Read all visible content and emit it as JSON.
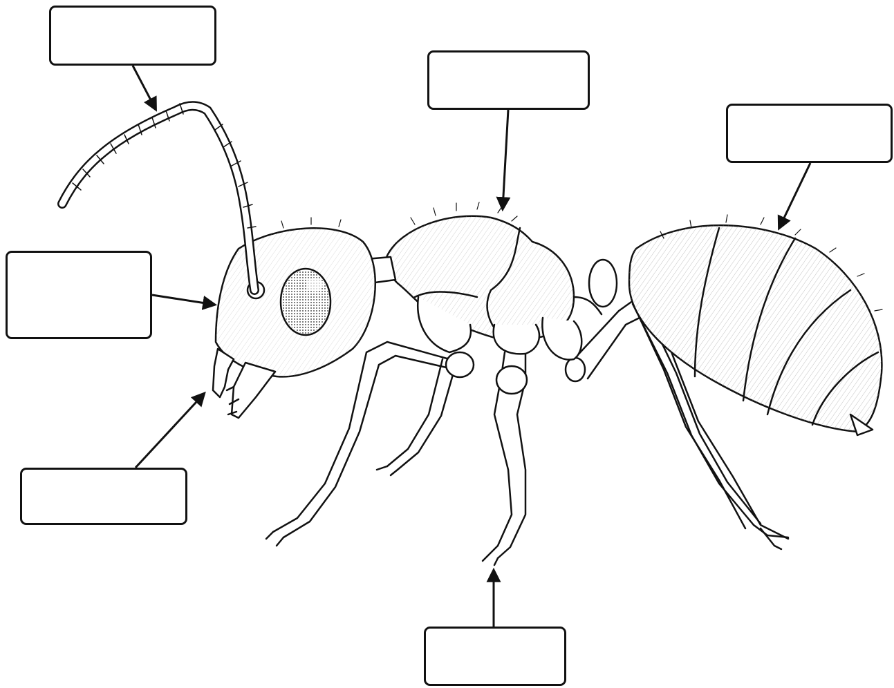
{
  "diagram": {
    "subject": "ant-anatomy",
    "colors": {
      "ink": "#111111",
      "fill": "#ffffff",
      "shade": "#f2f2f2"
    },
    "label_boxes": [
      {
        "id": "antenna",
        "text": ""
      },
      {
        "id": "thorax",
        "text": ""
      },
      {
        "id": "abdomen",
        "text": ""
      },
      {
        "id": "head",
        "text": ""
      },
      {
        "id": "mandibles",
        "text": ""
      },
      {
        "id": "leg",
        "text": ""
      }
    ]
  }
}
